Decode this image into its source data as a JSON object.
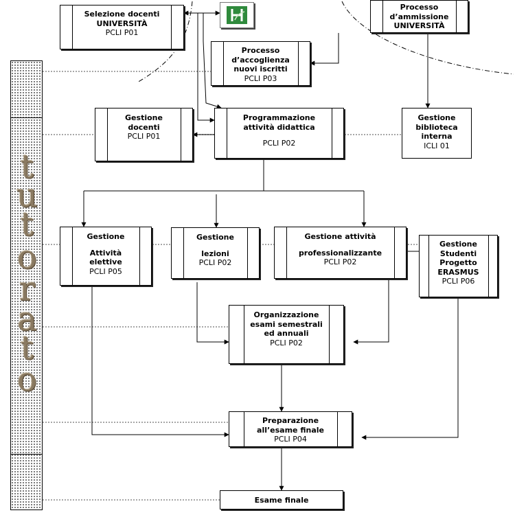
{
  "sidebar": {
    "letters": [
      "t",
      "u",
      "t",
      "o",
      "r",
      "a",
      "t",
      "o"
    ]
  },
  "logo": {
    "name": "university-logo-icon",
    "color": "#2f8a3c"
  },
  "boxes": {
    "selezione_docenti": {
      "l1": "Selezione docenti",
      "l2": "UNIVERSITÀ",
      "code": "PCLI P01"
    },
    "ammissione": {
      "l1": "Processo",
      "l2": "d’ammissione",
      "l3": "UNIVERSITÀ"
    },
    "accoglienza": {
      "l1": "Processo",
      "l2": "d’accoglienza",
      "l3": "nuovi iscritti",
      "code": "PCLI P03"
    },
    "gestione_docenti": {
      "l1": "Gestione",
      "l2": "docenti",
      "code": "PCLI P01"
    },
    "programmazione": {
      "l1": "Programmazione",
      "l2": "attività didattica",
      "code": "PCLI P02"
    },
    "biblioteca": {
      "l1": "Gestione",
      "l2": "biblioteca",
      "l3": "interna",
      "code": "ICLI 01"
    },
    "attivita_elettive": {
      "l1": "Gestione",
      "l2": "Attività",
      "l3": "elettive",
      "code": "PCLI P05"
    },
    "lezioni": {
      "l1": "Gestione",
      "l2": "lezioni",
      "code": "PCLI P02"
    },
    "professionalizzante": {
      "l1": "Gestione attività",
      "l2": "professionalizzante",
      "code": "PCLI P02"
    },
    "erasmus": {
      "l1": "Gestione",
      "l2": "Studenti",
      "l3": "Progetto",
      "l4": "ERASMUS",
      "code": "PCLI P06"
    },
    "esami": {
      "l1": "Organizzazione",
      "l2": "esami semestrali",
      "l3": "ed annuali",
      "code": "PCLI P02"
    },
    "preparazione": {
      "l1": "Preparazione",
      "l2": "all’esame finale",
      "code": "PCLI P04"
    },
    "esame_finale": {
      "l1": "Esame finale"
    }
  }
}
